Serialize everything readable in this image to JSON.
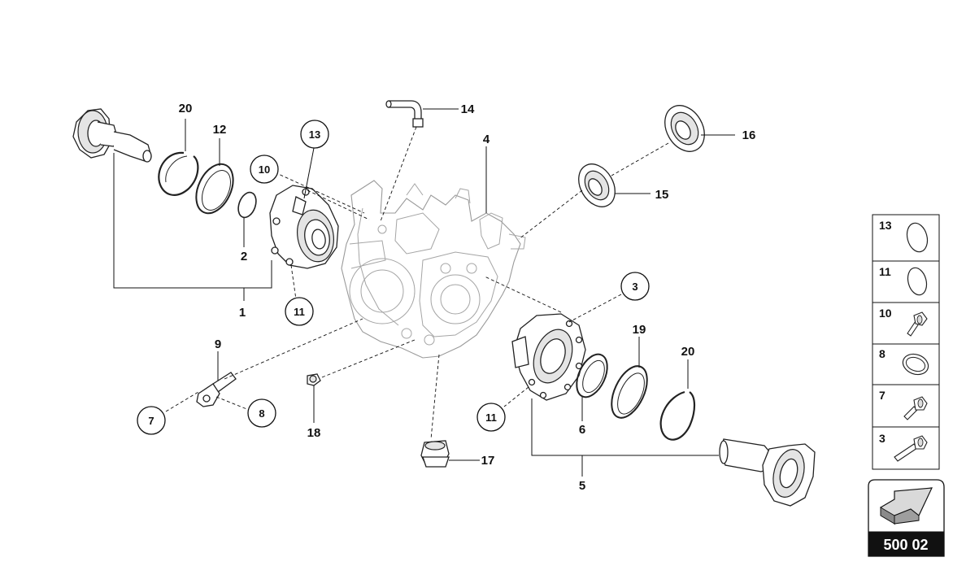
{
  "diagram": {
    "labels": {
      "l1": "1",
      "l2": "2",
      "l3": "3",
      "l4": "4",
      "l5": "5",
      "l6": "6",
      "l7": "7",
      "l8": "8",
      "l9": "9",
      "l10": "10",
      "l11a": "11",
      "l11b": "11",
      "l12": "12",
      "l13": "13",
      "l14": "14",
      "l15": "15",
      "l16": "16",
      "l17": "17",
      "l18": "18",
      "l19": "19",
      "l20a": "20",
      "l20b": "20"
    }
  },
  "legend_table": [
    {
      "number": "13",
      "icon": "o-ring-icon"
    },
    {
      "number": "11",
      "icon": "o-ring-icon"
    },
    {
      "number": "10",
      "icon": "flange-bolt-icon"
    },
    {
      "number": "8",
      "icon": "gasket-ring-icon"
    },
    {
      "number": "7",
      "icon": "hex-bolt-icon"
    },
    {
      "number": "3",
      "icon": "long-bolt-icon"
    }
  ],
  "page_code": {
    "icon": "arrow-icon",
    "code": "500 02"
  },
  "colors": {
    "line": "#111111",
    "light_line": "#9a9a9a",
    "badge_bg": "#111111",
    "badge_text": "#ffffff"
  }
}
